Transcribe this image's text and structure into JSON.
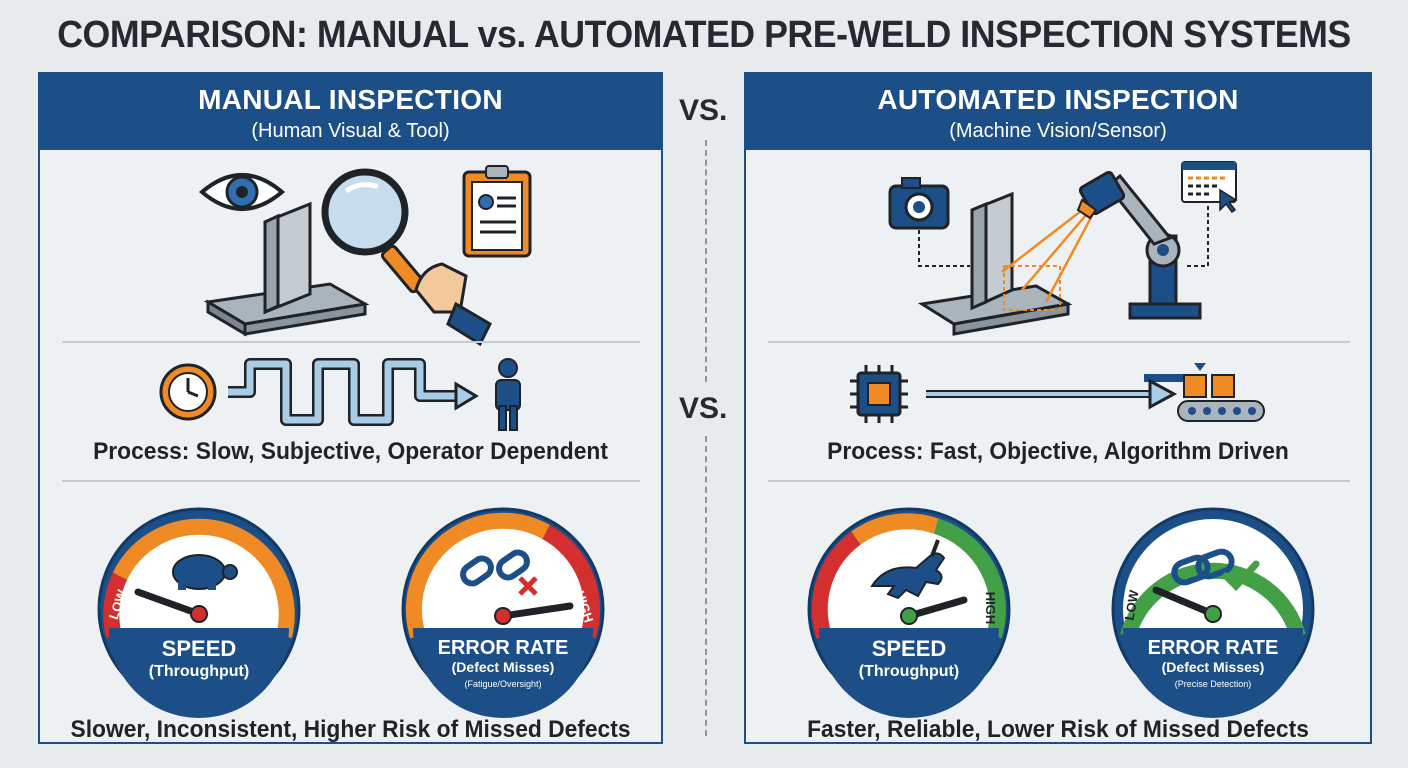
{
  "title": "COMPARISON: MANUAL vs. AUTOMATED PRE-WELD INSPECTION SYSTEMS",
  "vs_top": "VS.",
  "vs_mid": "VS.",
  "manual": {
    "title": "MANUAL INSPECTION",
    "subtitle": "(Human Visual & Tool)",
    "process": "Process: Slow, Subjective, Operator Dependent",
    "summary": "Slower, Inconsistent, Higher Risk of Missed Defects",
    "speed_gauge": {
      "label": "SPEED",
      "sub": "(Throughput)",
      "scale_label": "LOW",
      "level": "low"
    },
    "error_gauge": {
      "label": "ERROR RATE",
      "sub": "(Defect Misses)",
      "note": "(Fatigue/Oversight)",
      "scale_label": "HIGH",
      "level": "high"
    }
  },
  "automated": {
    "title": "AUTOMATED INSPECTION",
    "subtitle": "(Machine Vision/Sensor)",
    "process": "Process: Fast, Objective, Algorithm Driven",
    "summary": "Faster, Reliable, Lower Risk of Missed Defects",
    "speed_gauge": {
      "label": "SPEED",
      "sub": "(Throughput)",
      "scale_label": "HIGH",
      "level": "high"
    },
    "error_gauge": {
      "label": "ERROR RATE",
      "sub": "(Defect Misses)",
      "note": "(Precise Detection)",
      "scale_label": "LOW",
      "level": "low"
    }
  },
  "colors": {
    "navy": "#1c4f87",
    "orange": "#ef8a24",
    "red": "#d32f2f",
    "green": "#43a047",
    "steel": "#aab4bc"
  }
}
